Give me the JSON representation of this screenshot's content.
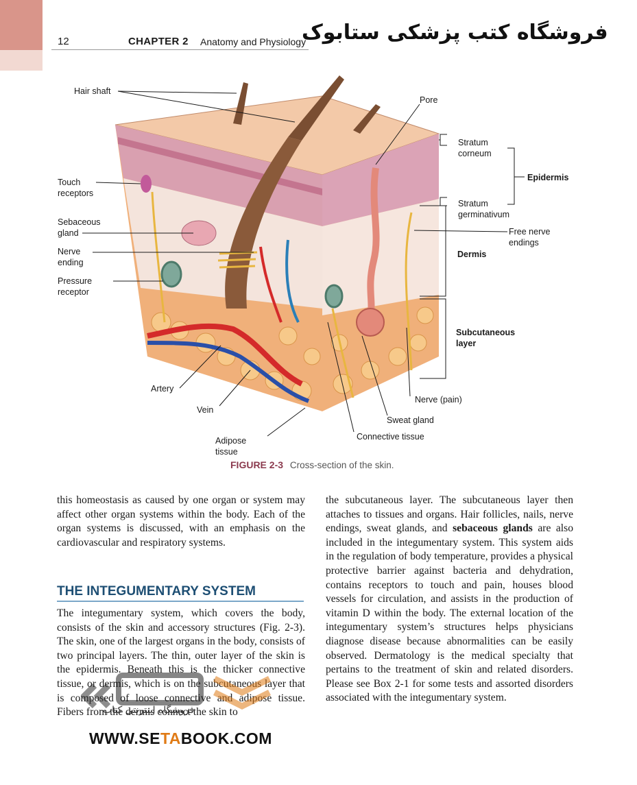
{
  "header": {
    "page_number": "12",
    "chapter_label": "CHAPTER 2",
    "chapter_title": "Anatomy and Physiology",
    "store_banner": "فروشگاه کتب پزشکی ستابوک"
  },
  "figure": {
    "labels": {
      "hair_shaft": "Hair shaft",
      "pore": "Pore",
      "touch_receptors_1": "Touch",
      "touch_receptors_2": "receptors",
      "sebaceous_1": "Sebaceous",
      "sebaceous_2": "gland",
      "nerve_ending_1": "Nerve",
      "nerve_ending_2": "ending",
      "pressure_1": "Pressure",
      "pressure_2": "receptor",
      "stratum_corneum_1": "Stratum",
      "stratum_corneum_2": "corneum",
      "epidermis": "Epidermis",
      "stratum_germ_1": "Stratum",
      "stratum_germ_2": "germinativum",
      "free_nerve_1": "Free nerve",
      "free_nerve_2": "endings",
      "dermis": "Dermis",
      "subcut_1": "Subcutaneous",
      "subcut_2": "layer",
      "nerve_pain": "Nerve (pain)",
      "sweat_gland": "Sweat gland",
      "connective": "Connective tissue",
      "artery": "Artery",
      "vein": "Vein",
      "adipose_1": "Adipose",
      "adipose_2": "tissue"
    },
    "caption_number": "FIGURE 2-3",
    "caption_text": "Cross-section of the skin."
  },
  "body": {
    "left_p1": "this homeostasis as caused by one organ or system may affect other organ systems within the body. Each of the organ systems is discussed, with an emphasis on the cardiovascular and respiratory systems.",
    "section_title": "THE INTEGUMENTARY SYSTEM",
    "left_p2": "The integumentary system, which covers the body, consists of the skin and accessory structures (Fig. 2-3). The skin, one of the largest organs in the body, consists of two principal layers. The thin, outer layer of the skin is the epidermis. Beneath this is the thicker connective tissue, or dermis, which is on the subcutaneous layer that is composed of loose connective and adipose tissue. Fibers from the dermis connect the skin to",
    "right_p1_a": "the subcutaneous layer. The subcutaneous layer then attaches to tissues and organs. Hair follicles, nails, nerve endings, sweat glands, and ",
    "right_p1_bold": "sebaceous glands",
    "right_p1_b": " are also included in the integumentary system. This system aids in the regulation of body temperature, provides a physical protective barrier against bacteria and dehydration, contains receptors to touch and pain, houses blood vessels for circulation, and assists in the production of vitamin D within the body. The external location of the integumentary system’s structures helps physicians diagnose disease because abnormalities can be easily observed. Dermatology is the medical specialty that pertains to the treatment of skin and related disorders. Please see Box 2-1 for some tests and assorted disorders associated with the integumentary system."
  },
  "watermark": {
    "url_a": "WWW.SE",
    "url_o": "TA",
    "url_b": "BOOK.COM",
    "logo_text_fa": "فروشگاه اینترنتی کتاب"
  },
  "colors": {
    "caption_accent": "#8b3a4e",
    "section_heading": "#1d4e73",
    "corner_tab": "#d9958a"
  }
}
